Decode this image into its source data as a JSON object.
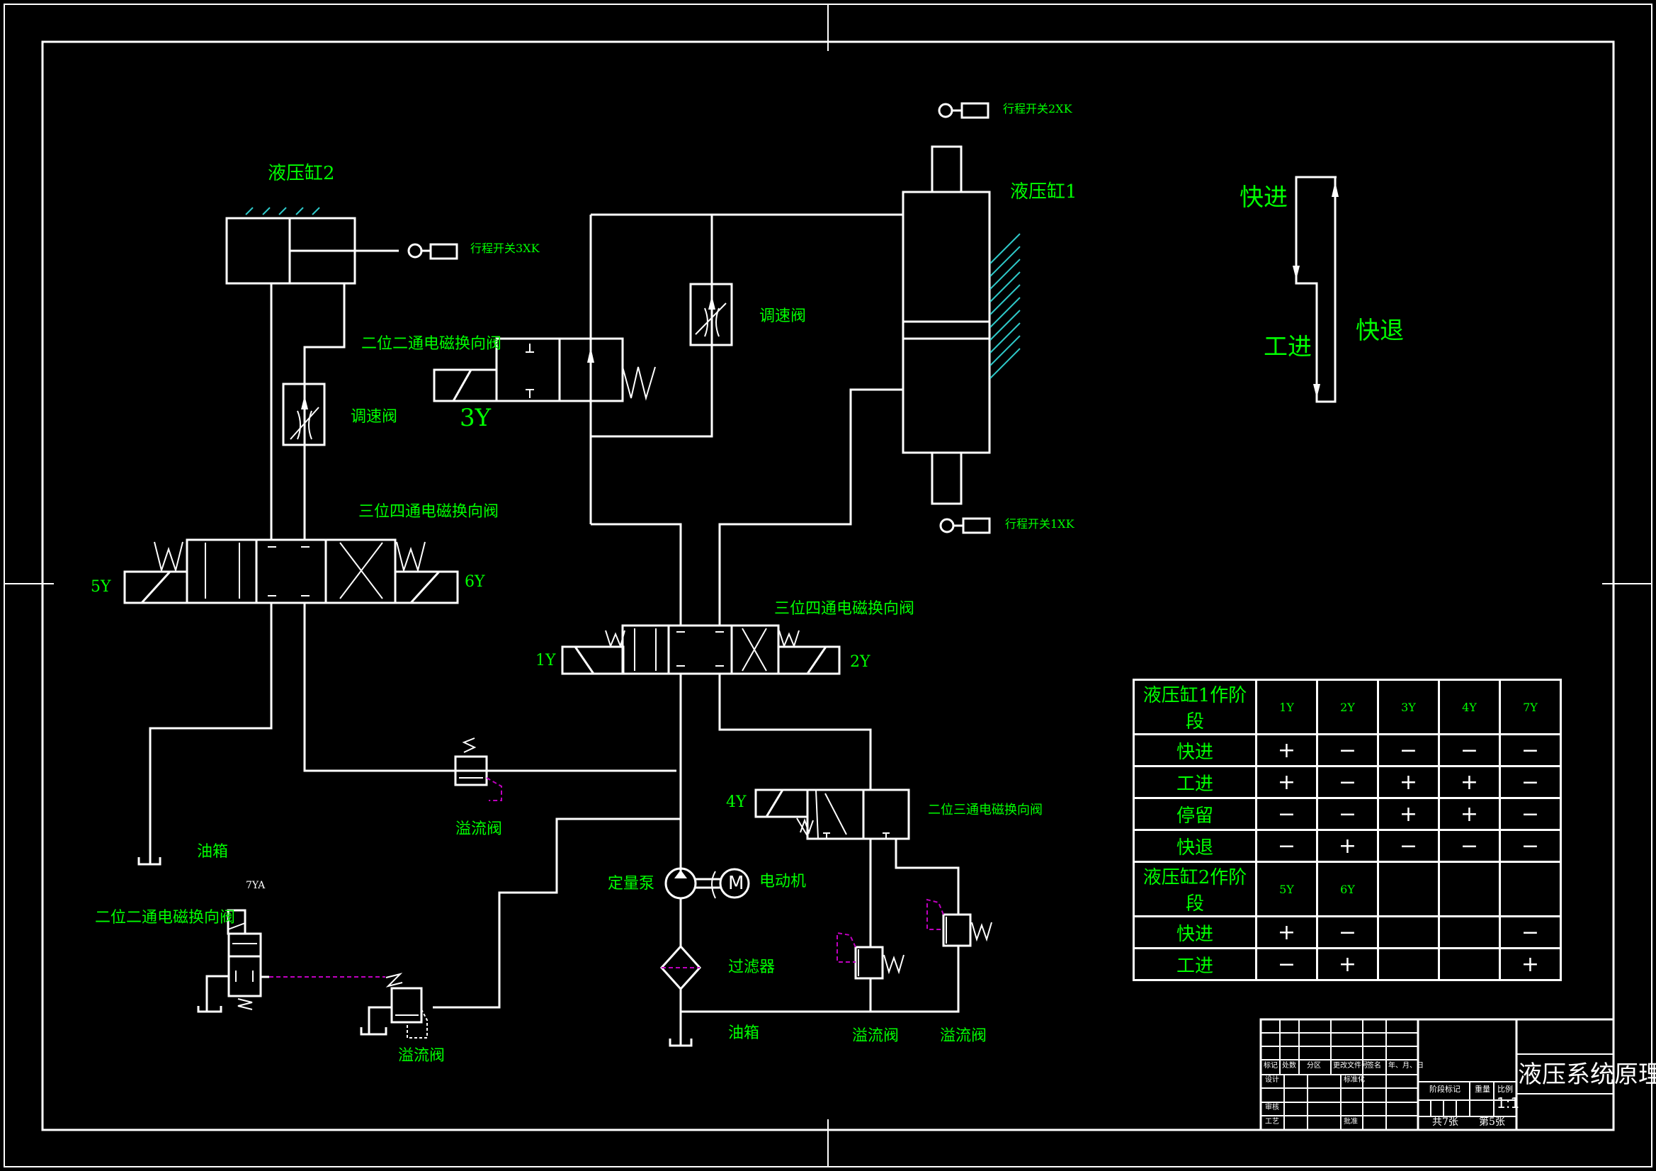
{
  "drawing": {
    "title": "液压系统原理图",
    "scale": "1:1",
    "sheet_total_label": "共7张",
    "sheet_total": "7",
    "sheet_no": "5",
    "sheet_no_label": "第5张",
    "title_block": {
      "row_labels": [
        "标记",
        "处数",
        "分区",
        "更改文件号",
        "签名",
        "年、月、日"
      ],
      "design": "设计",
      "standardization": "标准化",
      "review": "审核",
      "process": "工艺",
      "approve": "批准",
      "stage_mark": "阶段标记",
      "weight": "重量",
      "ratio": "比例"
    }
  },
  "components": {
    "cylinder2": "液压缸2",
    "cylinder1": "液压缸1",
    "limit_switch_3": "行程开关3XK",
    "limit_switch_2": "行程开关2XK",
    "limit_switch_1": "行程开关1XK",
    "valve_2pos2way_top": "二位二通电磁换向阀",
    "label_3y": "3Y",
    "speed_valve_left": "调速阀",
    "speed_valve_right": "调速阀",
    "valve_3pos4way_left": "三位四通电磁换向阀",
    "label_5y": "5Y",
    "label_6y": "6Y",
    "valve_3pos4way_center": "三位四通电磁换向阀",
    "label_1y": "1Y",
    "label_2y": "2Y",
    "relief_valve_mid": "溢流阀",
    "oil_tank_left": "油箱",
    "label_7ya": "7YA",
    "valve_2pos2way_bottom": "二位二通电磁换向阀",
    "relief_valve_bottom_left": "溢流阀",
    "label_4y": "4Y",
    "valve_2pos3way": "二位三通电磁换向阀",
    "pump": "定量泵",
    "motor": "电动机",
    "motor_symbol": "M",
    "filter": "过滤器",
    "oil_tank_center": "油箱",
    "relief_valve_1": "溢流阀",
    "relief_valve_2": "溢流阀"
  },
  "motion_cycle": {
    "fast_forward": "快进",
    "work_feed": "工进",
    "fast_return": "快退"
  },
  "action_table": {
    "header1": "液压缸1作阶段",
    "codes1": [
      "1Y",
      "2Y",
      "3Y",
      "4Y",
      "7Y"
    ],
    "rows1": [
      {
        "stage": "快进",
        "values": [
          "+",
          "−",
          "−",
          "−",
          "−"
        ]
      },
      {
        "stage": "工进",
        "values": [
          "+",
          "−",
          "+",
          "+",
          "−"
        ]
      },
      {
        "stage": "停留",
        "values": [
          "−",
          "−",
          "+",
          "+",
          "−"
        ]
      },
      {
        "stage": "快退",
        "values": [
          "−",
          "+",
          "−",
          "−",
          "−"
        ]
      }
    ],
    "header2": "液压缸2作阶段",
    "codes2": [
      "5Y",
      "6Y",
      "",
      "",
      ""
    ],
    "rows2": [
      {
        "stage": "快进",
        "values": [
          "+",
          "−",
          "",
          "",
          "−"
        ]
      },
      {
        "stage": "工进",
        "values": [
          "−",
          "+",
          "",
          "",
          "+"
        ]
      }
    ]
  }
}
